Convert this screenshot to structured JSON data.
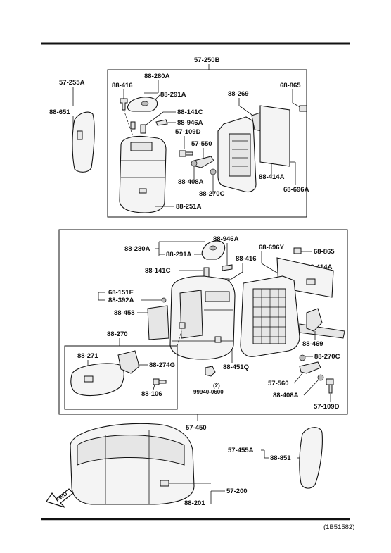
{
  "groups": {
    "upper_assembly": "57-250B",
    "middle_assembly": "57-450",
    "sub_assembly": "88-270",
    "cushion": "57-200"
  },
  "labels_upper": {
    "side_trim": "57-255A",
    "side_trim_sub": "88-651",
    "bolt": "88-416",
    "headrest": "88-280A",
    "headrest_sub": "88-291A",
    "guide": "88-141C",
    "clip": "88-946A",
    "screw": "57-109D",
    "hinge": "88-269",
    "bolt2": "68-865",
    "lever": "57-550",
    "washer": "88-408A",
    "spring": "88-270C",
    "frame_cover": "88-414A",
    "frame_bracket": "68-696A",
    "back_trim": "88-251A"
  },
  "labels_middle": {
    "clip": "88-946A",
    "frame": "68-696Y",
    "bolt": "68-865",
    "headrest": "88-280A",
    "headrest_sub": "88-291A",
    "bolt2": "88-416",
    "cover": "88-414A",
    "guide": "88-141C",
    "fastener_a": "68-151E",
    "fastener_b": "88-392A",
    "pocket": "88-458",
    "latch": "88-469",
    "spring": "88-270C",
    "back_trim": "88-451Q",
    "lever": "57-560",
    "washer": "88-408A",
    "screw": "57-109D"
  },
  "labels_sub": {
    "armrest": "88-271",
    "bracket": "88-274G",
    "bolt": "88-106",
    "nut_qty": "(2)",
    "nut": "99940-0600"
  },
  "labels_lower": {
    "side_trim": "57-455A",
    "side_trim_sub": "88-851",
    "cushion_trim": "88-201"
  },
  "fwd_label": "FWD",
  "figure_ref": "(1B51582)"
}
